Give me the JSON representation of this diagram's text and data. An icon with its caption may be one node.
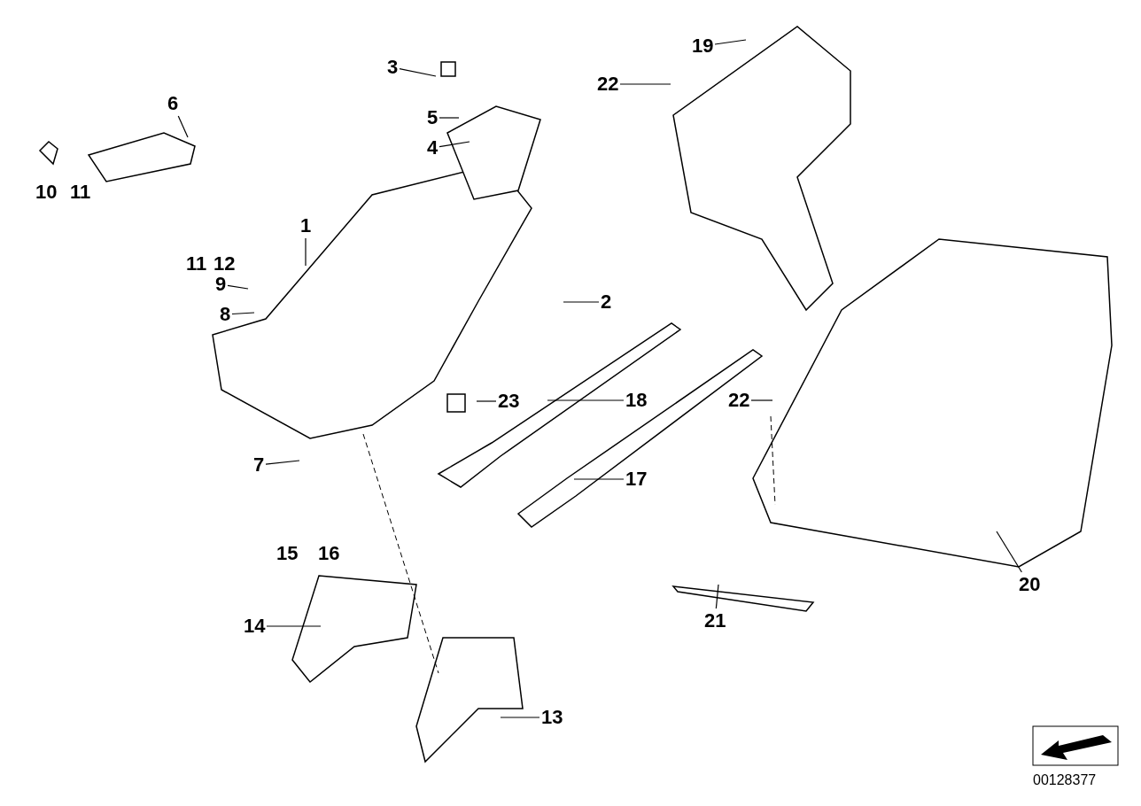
{
  "diagram": {
    "nodes": [
      {
        "text": [
          "3"
        ]
      },
      {
        "text": [
          "19"
        ]
      },
      {
        "text": [
          "22"
        ]
      },
      {
        "text": [
          "6"
        ]
      },
      {
        "text": [
          "5"
        ]
      },
      {
        "text": [
          "4"
        ]
      },
      {
        "text": [
          "10"
        ]
      },
      {
        "text": [
          "11"
        ]
      },
      {
        "text": [
          "1"
        ]
      },
      {
        "text": [
          "11"
        ]
      },
      {
        "text": [
          "12"
        ]
      },
      {
        "text": [
          "9"
        ]
      },
      {
        "text": [
          "2"
        ]
      },
      {
        "text": [
          "8"
        ]
      },
      {
        "text": [
          "22"
        ]
      },
      {
        "text": [
          "18"
        ]
      },
      {
        "text": [
          "23"
        ]
      },
      {
        "text": [
          "7"
        ]
      },
      {
        "text": [
          "17"
        ]
      },
      {
        "text": [
          "15"
        ]
      },
      {
        "text": [
          "16"
        ]
      },
      {
        "text": [
          "20"
        ]
      },
      {
        "text": [
          "14"
        ]
      },
      {
        "text": [
          "21"
        ]
      },
      {
        "text": [
          "13"
        ]
      }
    ],
    "edges": [
      {
        "from": 0,
        "to": null,
        "arrow": "none"
      },
      {
        "from": 1,
        "to": null,
        "arrow": "none"
      },
      {
        "from": 2,
        "to": null,
        "arrow": "none"
      },
      {
        "from": 3,
        "to": null,
        "arrow": "none"
      },
      {
        "from": 4,
        "to": null,
        "arrow": "none"
      },
      {
        "from": 5,
        "to": null,
        "arrow": "none"
      },
      {
        "from": 8,
        "to": null,
        "arrow": "none"
      },
      {
        "from": 11,
        "to": null,
        "arrow": "none"
      },
      {
        "from": 12,
        "to": null,
        "arrow": "none"
      },
      {
        "from": 13,
        "to": null,
        "arrow": "none"
      },
      {
        "from": 14,
        "to": null,
        "arrow": "none"
      },
      {
        "from": 15,
        "to": null,
        "arrow": "none"
      },
      {
        "from": 16,
        "to": null,
        "arrow": "none"
      },
      {
        "from": 17,
        "to": null,
        "arrow": "none"
      },
      {
        "from": 18,
        "to": null,
        "arrow": "none"
      },
      {
        "from": 21,
        "to": null,
        "arrow": "none"
      },
      {
        "from": 22,
        "to": null,
        "arrow": "none"
      },
      {
        "from": 23,
        "to": null,
        "arrow": "none"
      },
      {
        "from": 24,
        "to": null,
        "arrow": "none"
      }
    ],
    "labels": [
      "00128377"
    ]
  }
}
